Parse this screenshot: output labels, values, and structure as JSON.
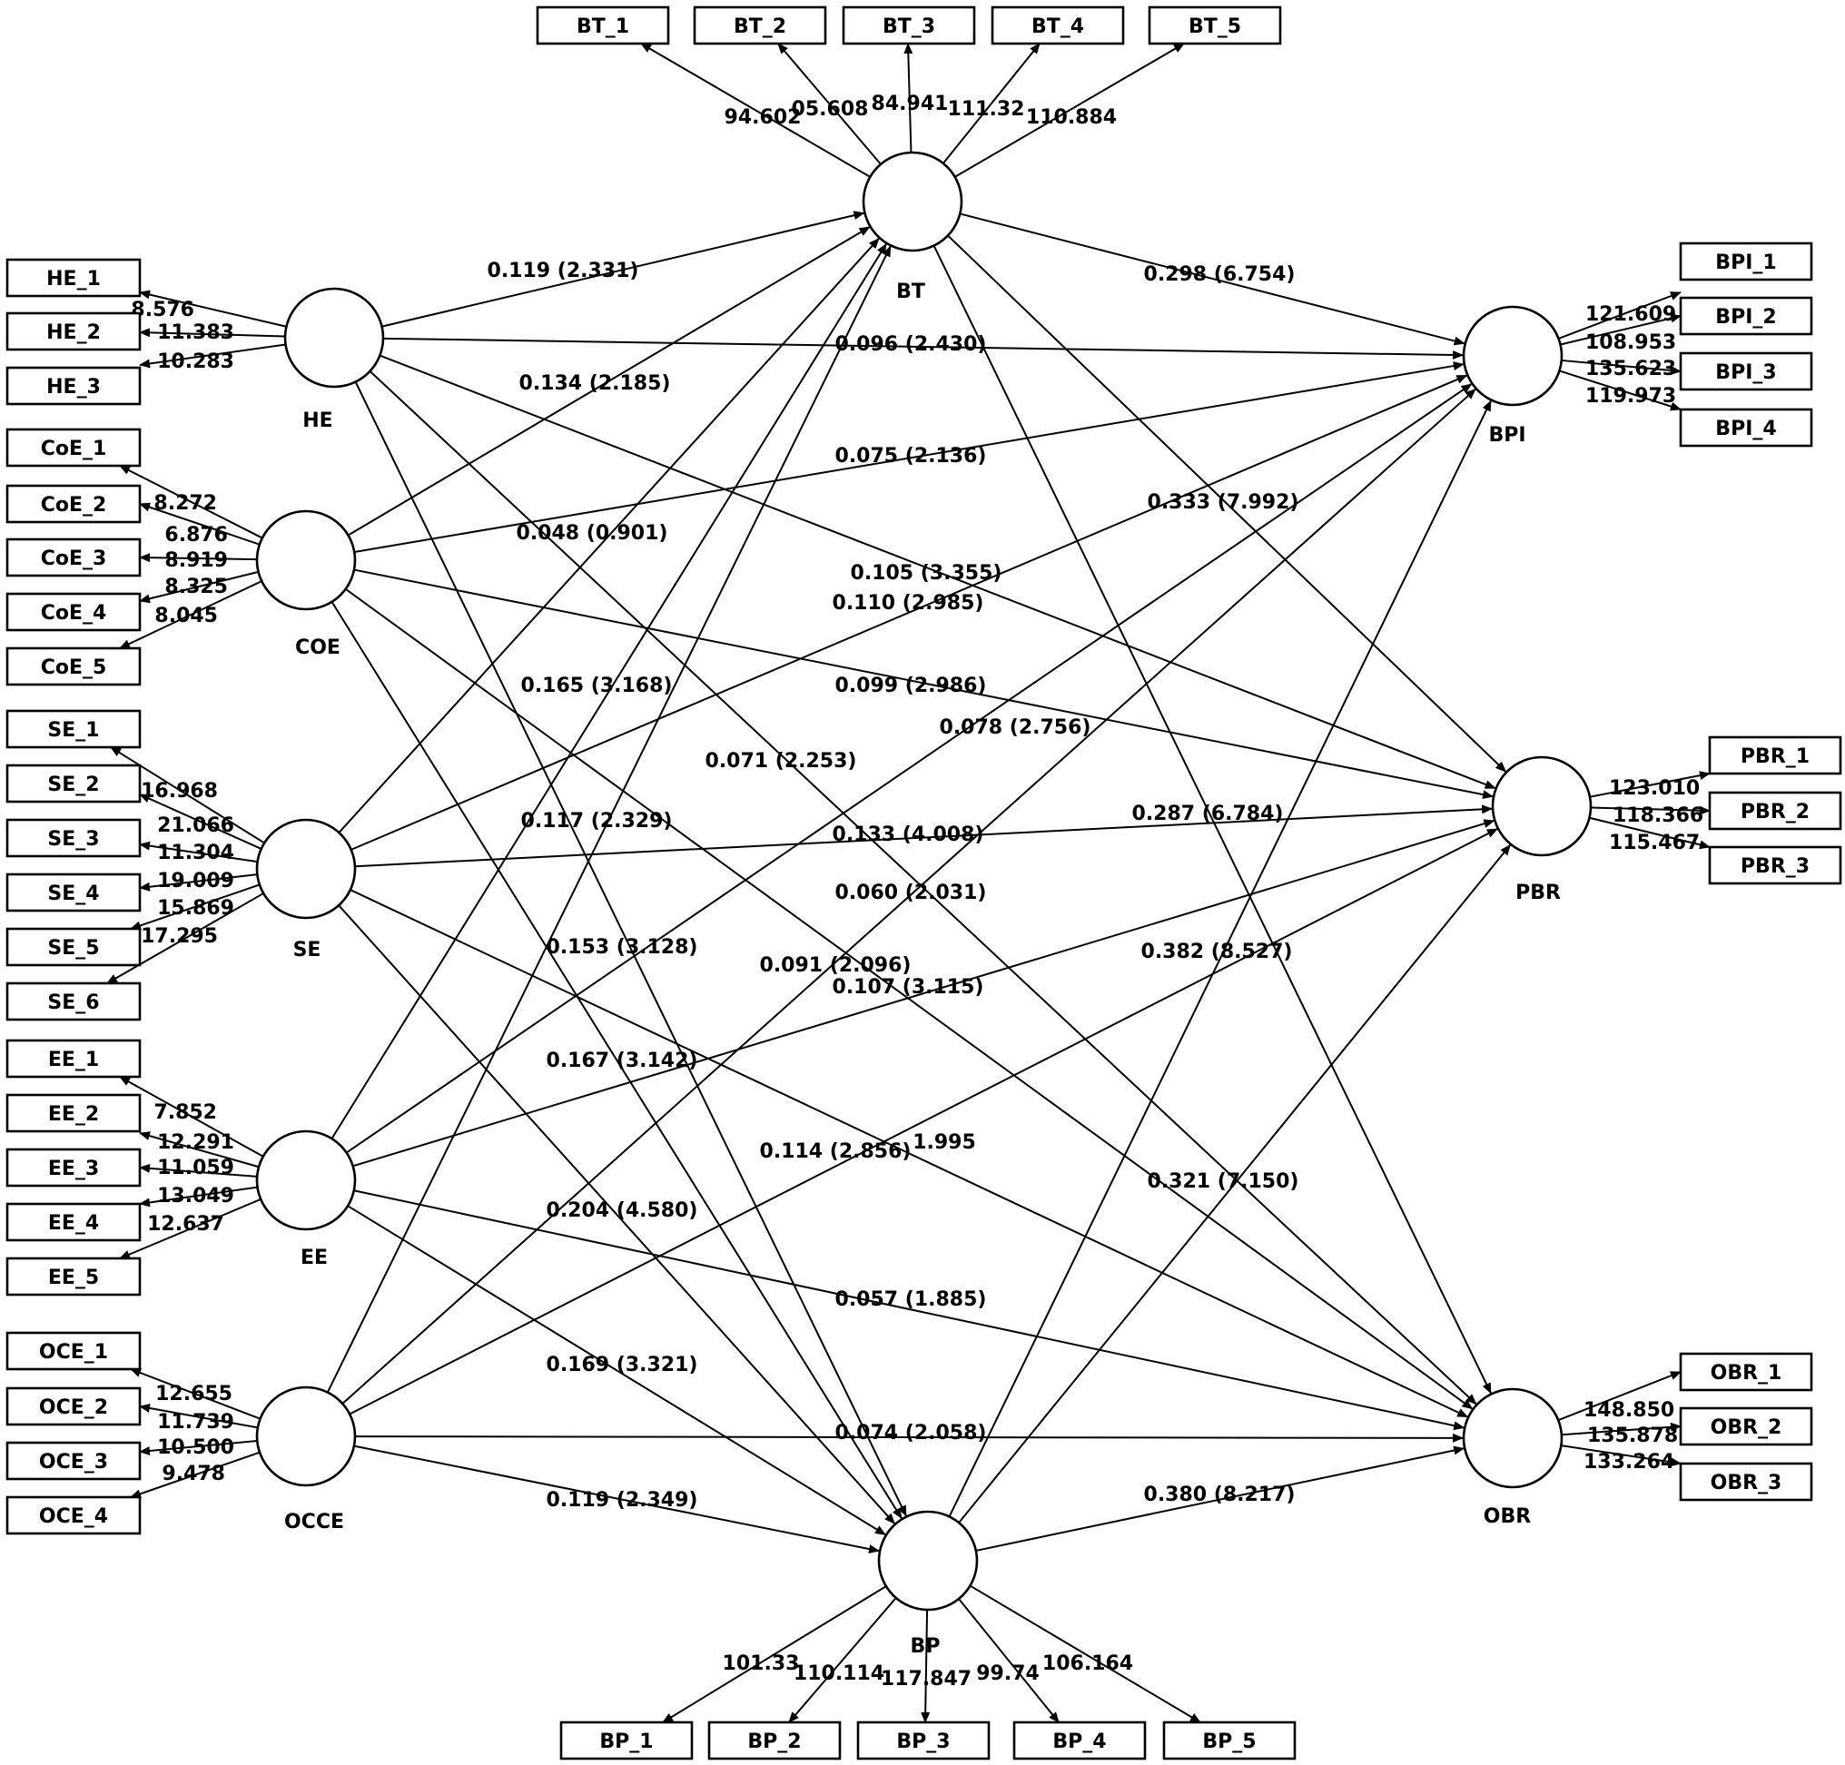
{
  "constructs": [
    {
      "id": "HE",
      "label": "HE"
    },
    {
      "id": "COE",
      "label": "COE"
    },
    {
      "id": "SE",
      "label": "SE"
    },
    {
      "id": "EE",
      "label": "EE"
    },
    {
      "id": "OCCE",
      "label": "OCCE"
    },
    {
      "id": "BT",
      "label": "BT"
    },
    {
      "id": "BP",
      "label": "BP"
    },
    {
      "id": "BPI",
      "label": "BPI"
    },
    {
      "id": "PBR",
      "label": "PBR"
    },
    {
      "id": "OBR",
      "label": "OBR"
    }
  ],
  "indicators": [
    {
      "id": "HE_1",
      "construct": "HE",
      "loading": "8.576"
    },
    {
      "id": "HE_2",
      "construct": "HE",
      "loading": "11.383"
    },
    {
      "id": "HE_3",
      "construct": "HE",
      "loading": "10.283"
    },
    {
      "id": "CoE_1",
      "construct": "COE",
      "loading": "8.272"
    },
    {
      "id": "CoE_2",
      "construct": "COE",
      "loading": "6.876"
    },
    {
      "id": "CoE_3",
      "construct": "COE",
      "loading": "8.919"
    },
    {
      "id": "CoE_4",
      "construct": "COE",
      "loading": "8.325"
    },
    {
      "id": "CoE_5",
      "construct": "COE",
      "loading": "8.045"
    },
    {
      "id": "SE_1",
      "construct": "SE",
      "loading": "16.968"
    },
    {
      "id": "SE_2",
      "construct": "SE",
      "loading": "21.066"
    },
    {
      "id": "SE_3",
      "construct": "SE",
      "loading": "11.304"
    },
    {
      "id": "SE_4",
      "construct": "SE",
      "loading": "19.009"
    },
    {
      "id": "SE_5",
      "construct": "SE",
      "loading": "15.869"
    },
    {
      "id": "SE_6",
      "construct": "SE",
      "loading": "17.295"
    },
    {
      "id": "EE_1",
      "construct": "EE",
      "loading": "7.852"
    },
    {
      "id": "EE_2",
      "construct": "EE",
      "loading": "12.291"
    },
    {
      "id": "EE_3",
      "construct": "EE",
      "loading": "11.059"
    },
    {
      "id": "EE_4",
      "construct": "EE",
      "loading": "13.049"
    },
    {
      "id": "EE_5",
      "construct": "EE",
      "loading": "12.637"
    },
    {
      "id": "OCE_1",
      "construct": "OCCE",
      "loading": "12.655"
    },
    {
      "id": "OCE_2",
      "construct": "OCCE",
      "loading": "11.739"
    },
    {
      "id": "OCE_3",
      "construct": "OCCE",
      "loading": "10.500"
    },
    {
      "id": "OCE_4",
      "construct": "OCCE",
      "loading": "9.478"
    },
    {
      "id": "BT_1",
      "construct": "BT",
      "loading": "94.602"
    },
    {
      "id": "BT_2",
      "construct": "BT",
      "loading": "05.608"
    },
    {
      "id": "BT_3",
      "construct": "BT",
      "loading": "84.941"
    },
    {
      "id": "BT_4",
      "construct": "BT",
      "loading": "111.32"
    },
    {
      "id": "BT_5",
      "construct": "BT",
      "loading": "110.884"
    },
    {
      "id": "BP_1",
      "construct": "BP",
      "loading": "101.33"
    },
    {
      "id": "BP_2",
      "construct": "BP",
      "loading": "110.114"
    },
    {
      "id": "BP_3",
      "construct": "BP",
      "loading": "117.847"
    },
    {
      "id": "BP_4",
      "construct": "BP",
      "loading": "99.74"
    },
    {
      "id": "BP_5",
      "construct": "BP",
      "loading": "106.164"
    },
    {
      "id": "BPI_1",
      "construct": "BPI",
      "loading": "121.609"
    },
    {
      "id": "BPI_2",
      "construct": "BPI",
      "loading": "108.953"
    },
    {
      "id": "BPI_3",
      "construct": "BPI",
      "loading": "135.623"
    },
    {
      "id": "BPI_4",
      "construct": "BPI",
      "loading": "119.973"
    },
    {
      "id": "PBR_1",
      "construct": "PBR",
      "loading": "123.010"
    },
    {
      "id": "PBR_2",
      "construct": "PBR",
      "loading": "118.366"
    },
    {
      "id": "PBR_3",
      "construct": "PBR",
      "loading": "115.467"
    },
    {
      "id": "OBR_1",
      "construct": "OBR",
      "loading": "148.850"
    },
    {
      "id": "OBR_2",
      "construct": "OBR",
      "loading": "135.878"
    },
    {
      "id": "OBR_3",
      "construct": "OBR",
      "loading": "133.264"
    }
  ],
  "paths": [
    {
      "from": "HE",
      "to": "BT",
      "label": "0.119 (2.331)"
    },
    {
      "from": "HE",
      "to": "BPI",
      "label": "0.096 (2.430)"
    },
    {
      "from": "HE",
      "to": "PBR",
      "label": "0.105 (3.355)"
    },
    {
      "from": "HE",
      "to": "OBR",
      "label": "0.071 (2.253)"
    },
    {
      "from": "HE",
      "to": "BP",
      "label": "0.153 (3.128)"
    },
    {
      "from": "COE",
      "to": "BT",
      "label": "0.134 (2.185)"
    },
    {
      "from": "COE",
      "to": "BPI",
      "label": "0.075 (2.136)"
    },
    {
      "from": "COE",
      "to": "PBR",
      "label": "0.099 (2.986)"
    },
    {
      "from": "COE",
      "to": "OBR",
      "label": "0.091 (2.096)"
    },
    {
      "from": "COE",
      "to": "BP",
      "label": "0.167 (3.142)"
    },
    {
      "from": "SE",
      "to": "BT",
      "label": "0.048 (0.901)"
    },
    {
      "from": "SE",
      "to": "BPI",
      "label": "0.110 (2.985)"
    },
    {
      "from": "SE",
      "to": "PBR",
      "label": "0.133 (4.008)"
    },
    {
      "from": "SE",
      "to": "OBR",
      "label": "1.995"
    },
    {
      "from": "SE",
      "to": "BP",
      "label": "0.204 (4.580)"
    },
    {
      "from": "EE",
      "to": "BT",
      "label": "0.165 (3.168)"
    },
    {
      "from": "EE",
      "to": "BPI",
      "label": "0.078 (2.756)"
    },
    {
      "from": "EE",
      "to": "PBR",
      "label": "0.107 (3.115)"
    },
    {
      "from": "EE",
      "to": "OBR",
      "label": "0.057 (1.885)"
    },
    {
      "from": "EE",
      "to": "BP",
      "label": "0.169 (3.321)"
    },
    {
      "from": "OCCE",
      "to": "BT",
      "label": "0.117 (2.329)"
    },
    {
      "from": "OCCE",
      "to": "BPI",
      "label": "0.060 (2.031)"
    },
    {
      "from": "OCCE",
      "to": "PBR",
      "label": "0.114 (2.856)"
    },
    {
      "from": "OCCE",
      "to": "OBR",
      "label": "0.074 (2.058)"
    },
    {
      "from": "OCCE",
      "to": "BP",
      "label": "0.119 (2.349)"
    },
    {
      "from": "BT",
      "to": "BPI",
      "label": "0.298 (6.754)"
    },
    {
      "from": "BT",
      "to": "PBR",
      "label": "0.333 (7.992)"
    },
    {
      "from": "BT",
      "to": "OBR",
      "label": "0.287 (6.784)"
    },
    {
      "from": "BP",
      "to": "BPI",
      "label": "0.382 (8.527)"
    },
    {
      "from": "BP",
      "to": "PBR",
      "label": "0.321 (7.150)"
    },
    {
      "from": "BP",
      "to": "OBR",
      "label": "0.380 (8.217)"
    }
  ]
}
